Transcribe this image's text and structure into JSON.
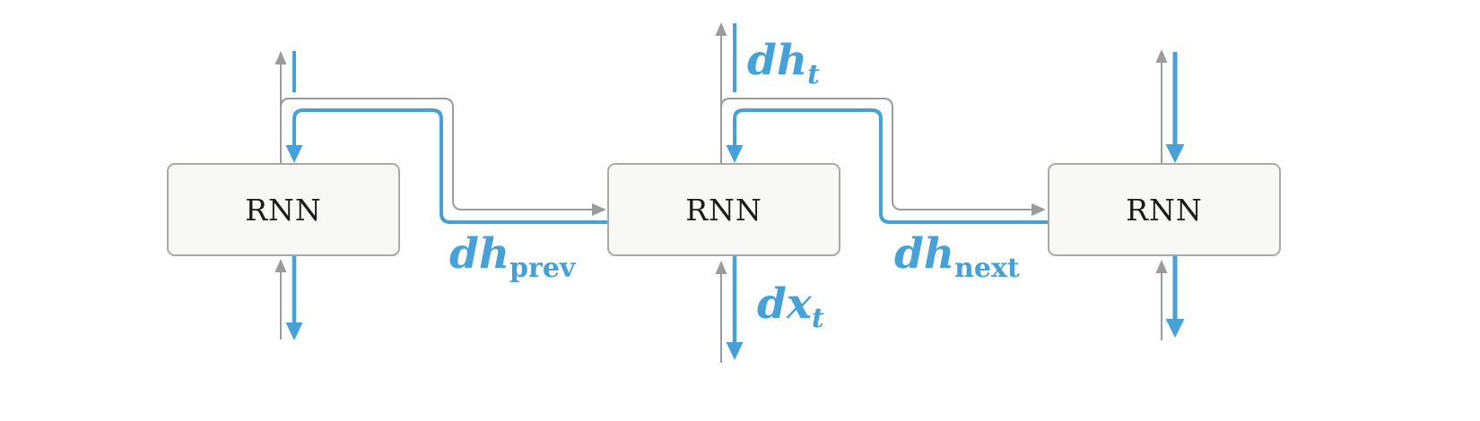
{
  "diagram": {
    "title_hidden": "",
    "nodes": [
      {
        "id": "rnn-left",
        "label": "RNN"
      },
      {
        "id": "rnn-middle",
        "label": "RNN"
      },
      {
        "id": "rnn-right",
        "label": "RNN"
      }
    ],
    "labels": {
      "dht": {
        "main": "dh",
        "sub": "t"
      },
      "dhprev": {
        "main": "dh",
        "sub": "prev"
      },
      "dhnext": {
        "main": "dh",
        "sub": "next"
      },
      "dxt": {
        "main": "dx",
        "sub": "t"
      }
    },
    "colors": {
      "gradient_blue": "#45a1d8",
      "forward_gray": "#9b9b9b",
      "box_fill": "#f8f8f6",
      "box_border": "#a9a9a9",
      "node_text": "#1c1c1c"
    }
  }
}
